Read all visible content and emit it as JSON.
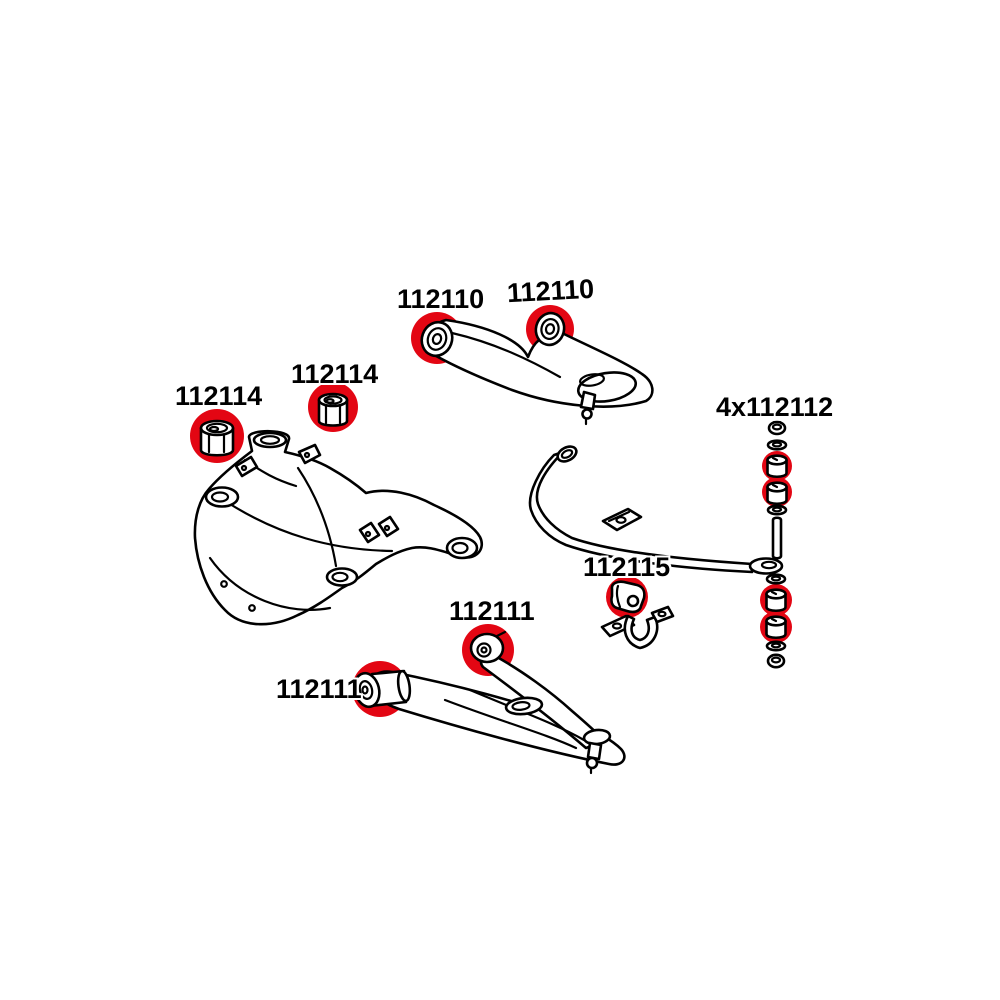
{
  "page": {
    "background": "#ffffff"
  },
  "diagram": {
    "type": "suspension-parts-line-diagram",
    "line_color": "#000000",
    "highlight_color": "#e30613",
    "labels": [
      {
        "id": "upper-arm-left",
        "text": "112110"
      },
      {
        "id": "upper-arm-right",
        "text": "112110"
      },
      {
        "id": "subframe-left",
        "text": "112114"
      },
      {
        "id": "subframe-right",
        "text": "112114"
      },
      {
        "id": "end-link-kit",
        "text": "4x112112"
      },
      {
        "id": "swaybar-bushing",
        "text": "112115"
      },
      {
        "id": "lower-arm-rear",
        "text": "112111"
      },
      {
        "id": "lower-arm-front",
        "text": "112111"
      }
    ],
    "parts": [
      {
        "name": "upper-control-arm",
        "highlighted_bushings": 2,
        "part_number": "112110"
      },
      {
        "name": "subframe-crossmember",
        "highlighted_bushings": 2,
        "part_number": "112114"
      },
      {
        "name": "anti-roll-bar",
        "highlighted_bushings": 1,
        "part_number": "112115"
      },
      {
        "name": "anti-roll-bar-end-link",
        "highlighted_bushings": 4,
        "part_number": "112112",
        "quantity": "4x"
      },
      {
        "name": "lower-control-arm",
        "highlighted_bushings": 2,
        "part_number": "112111"
      }
    ]
  }
}
